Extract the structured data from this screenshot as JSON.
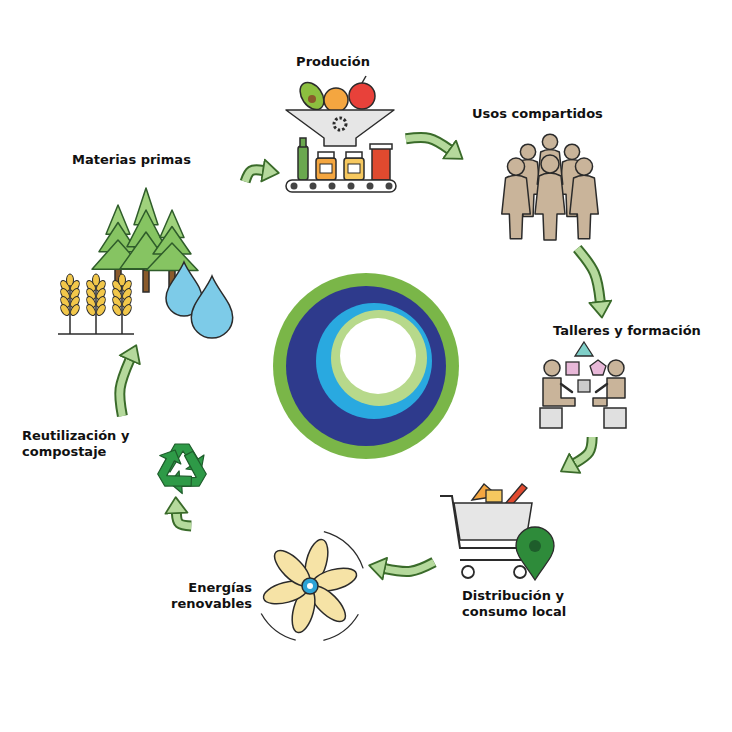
{
  "diagram": {
    "nodes": [
      {
        "text": [
          "Materias primas"
        ]
      },
      {
        "text": [
          "Produción"
        ]
      },
      {
        "text": [
          "Usos compartidos"
        ]
      },
      {
        "text": [
          "Talleres y formación"
        ]
      },
      {
        "text": [
          "Distribución y consumo local"
        ]
      },
      {
        "text": [
          "Energías renovables"
        ]
      },
      {
        "text": [
          "Reutilización y compostaje"
        ]
      }
    ],
    "edges": [
      {
        "from": 0,
        "to": 1,
        "arrow": "to"
      },
      {
        "from": 1,
        "to": 2,
        "arrow": "to"
      },
      {
        "from": 2,
        "to": 3,
        "arrow": "to"
      },
      {
        "from": 3,
        "to": 4,
        "arrow": "to"
      },
      {
        "from": 4,
        "to": 5,
        "arrow": "to"
      },
      {
        "from": 5,
        "to": 6,
        "arrow": "to"
      },
      {
        "from": 6,
        "to": 0,
        "arrow": "to"
      }
    ]
  }
}
